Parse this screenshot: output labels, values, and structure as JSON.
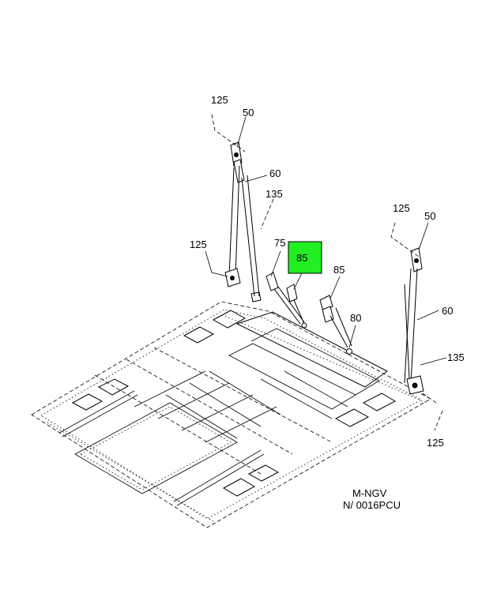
{
  "callouts": [
    {
      "id": "c-125-a",
      "label": "125"
    },
    {
      "id": "c-50-a",
      "label": "50"
    },
    {
      "id": "c-60-a",
      "label": "60"
    },
    {
      "id": "c-135-a",
      "label": "135"
    },
    {
      "id": "c-125-b",
      "label": "125"
    },
    {
      "id": "c-75",
      "label": "75"
    },
    {
      "id": "c-85-hl",
      "label": "85"
    },
    {
      "id": "c-85",
      "label": "85"
    },
    {
      "id": "c-80",
      "label": "80"
    },
    {
      "id": "c-125-c",
      "label": "125"
    },
    {
      "id": "c-50-b",
      "label": "50"
    },
    {
      "id": "c-60-b",
      "label": "60"
    },
    {
      "id": "c-135-b",
      "label": "135"
    },
    {
      "id": "c-125-d",
      "label": "125"
    }
  ],
  "highlight_color": "#22ee22",
  "caption": {
    "line1": "M-NGV",
    "line2": "N/ 0016PCU"
  }
}
